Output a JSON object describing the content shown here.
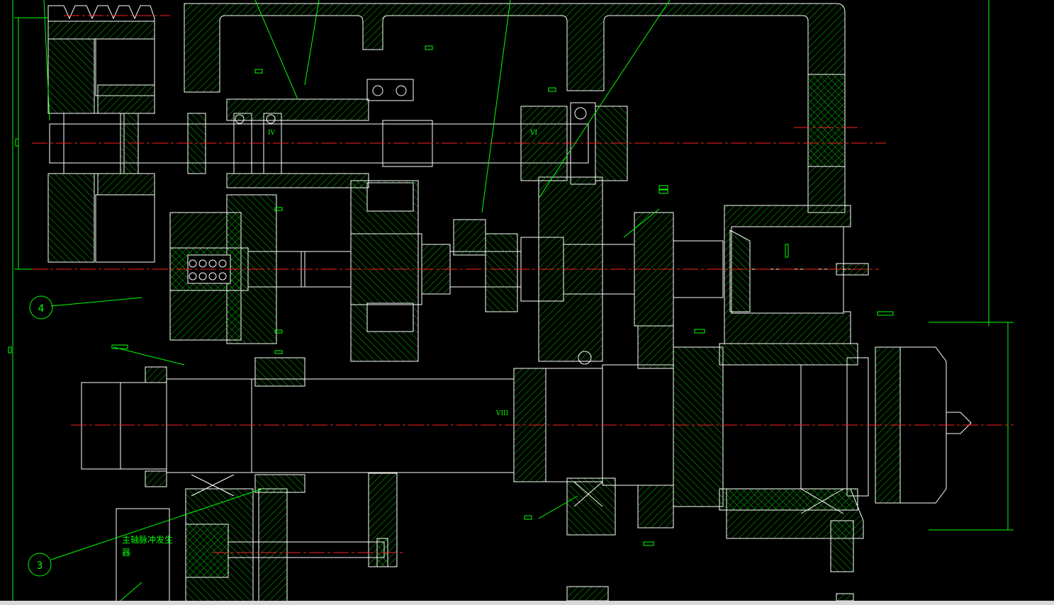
{
  "viewport": {
    "background": "#000000"
  },
  "colors": {
    "outline": "#ffffff",
    "hatch": "#00c800",
    "centerline": "#ff2020",
    "annotation": "#00ff00",
    "dimension": "#00ff00"
  },
  "drawing": {
    "shaft_labels": [
      "IV",
      "VI",
      "VIII"
    ],
    "part_balloons": [
      "4",
      "3"
    ],
    "generator_note_line1": "主轴脉冲发生",
    "generator_note_line2": "器"
  }
}
